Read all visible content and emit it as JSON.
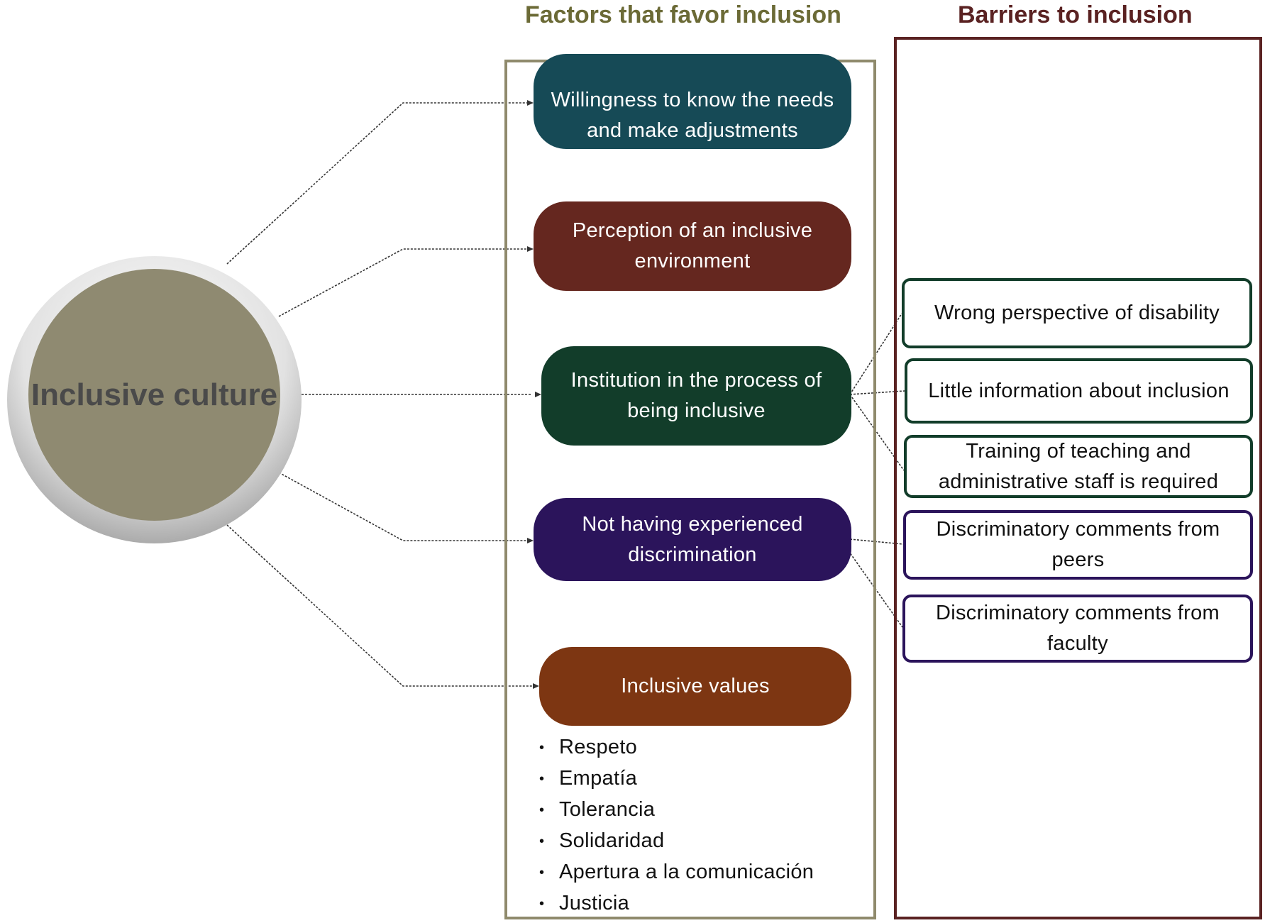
{
  "headers": {
    "factors": "Factors that favor inclusion",
    "barriers": "Barriers to inclusion"
  },
  "hub": {
    "label": "Inclusive culture"
  },
  "factors": [
    {
      "label": "Willingness to know the needs and make adjustments",
      "color": "#164a56"
    },
    {
      "label": "Perception of an inclusive environment",
      "color": "#65271f"
    },
    {
      "label": "Institution in the process of being inclusive",
      "color": "#123d2a"
    },
    {
      "label": "Not having experienced discrimination",
      "color": "#2b145b"
    },
    {
      "label": "Inclusive values",
      "color": "#7d3612"
    }
  ],
  "values_list": [
    "Respeto",
    "Empatía",
    "Tolerancia",
    "Solidaridad",
    "Apertura a la comunicación",
    "Justicia"
  ],
  "barriers": [
    {
      "label": "Wrong perspective of disability",
      "color": "#123d2a"
    },
    {
      "label": "Little information about inclusion",
      "color": "#123d2a"
    },
    {
      "label": "Training of teaching and administrative staff is required",
      "color": "#123d2a"
    },
    {
      "label": "Discriminatory comments from peers",
      "color": "#2b145b"
    },
    {
      "label": "Discriminatory comments from faculty",
      "color": "#2b145b"
    }
  ],
  "colors": {
    "factors_header": "#6b6a36",
    "barriers_header": "#5a2222",
    "factors_frame": "#8f8a6c",
    "barriers_frame": "#5a2222",
    "hub_fill": "#8f8a71",
    "hub_text": "#4a4a4a"
  }
}
